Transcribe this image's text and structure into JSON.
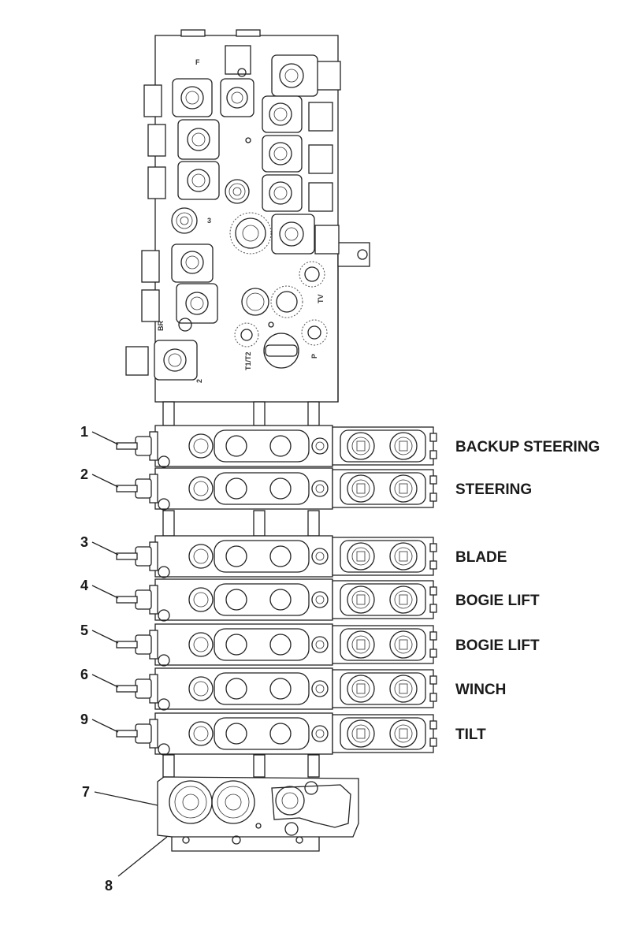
{
  "sections": [
    {
      "callout": "1",
      "label": "BACKUP STEERING"
    },
    {
      "callout": "2",
      "label": "STEERING"
    },
    {
      "callout": "3",
      "label": "BLADE"
    },
    {
      "callout": "4",
      "label": "BOGIE LIFT"
    },
    {
      "callout": "5",
      "label": "BOGIE LIFT"
    },
    {
      "callout": "6",
      "label": "WINCH"
    },
    {
      "callout": "9",
      "label": "TILT"
    }
  ],
  "end_callouts": {
    "end_cover": "7",
    "bottom_plate": "8"
  },
  "block_marks": {
    "f": "F",
    "port3": "3",
    "tv": "TV",
    "t1": "T1/T2",
    "p": "P",
    "port2": "2",
    "br": "BR"
  }
}
